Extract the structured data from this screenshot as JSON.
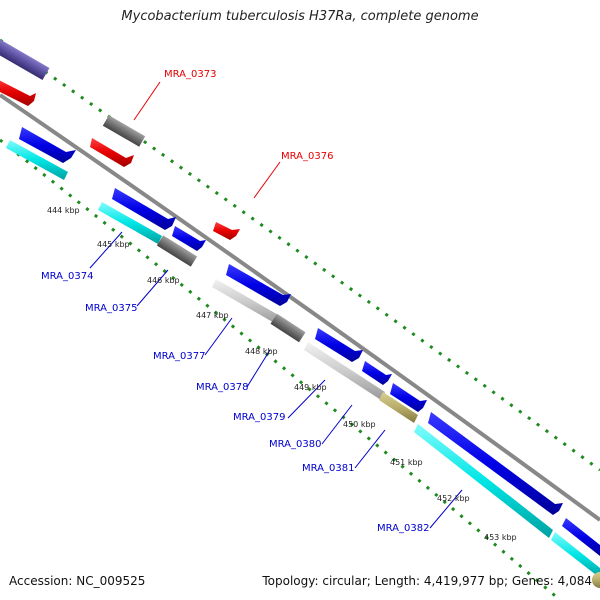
{
  "title": "Mycobacterium tuberculosis H37Ra, complete genome",
  "footer": {
    "accession": "Accession: NC_009525",
    "stats": "Topology: circular; Length: 4,419,977 bp; Genes: 4,084"
  },
  "colors": {
    "background": "#ffffff",
    "backbone": "#888888",
    "tick_green": "#1f8a1f",
    "plus_strand_blue": "#0000e6",
    "cyan": "#00e5e5",
    "red": "#e60000",
    "gray": "#707070",
    "light_gray": "#cccccc",
    "khaki": "#b8ad6a",
    "purple": "#5a4fa0",
    "label_blue": "#0000cc",
    "label_red": "#e60000"
  },
  "ticks": [
    {
      "label": "444 kbp"
    },
    {
      "label": "445 kbp"
    },
    {
      "label": "446 kbp"
    },
    {
      "label": "447 kbp"
    },
    {
      "label": "448 kbp"
    },
    {
      "label": "449 kbp"
    },
    {
      "label": "450 kbp"
    },
    {
      "label": "451 kbp"
    },
    {
      "label": "452 kbp"
    },
    {
      "label": "453 kbp"
    }
  ],
  "gene_labels": [
    {
      "text": "MRA_0373",
      "strand": "minus"
    },
    {
      "text": "MRA_0376",
      "strand": "minus"
    },
    {
      "text": "MRA_0374",
      "strand": "plus"
    },
    {
      "text": "MRA_0375",
      "strand": "plus"
    },
    {
      "text": "MRA_0377",
      "strand": "plus"
    },
    {
      "text": "MRA_0378",
      "strand": "plus"
    },
    {
      "text": "MRA_0379",
      "strand": "plus"
    },
    {
      "text": "MRA_0380",
      "strand": "plus"
    },
    {
      "text": "MRA_0381",
      "strand": "plus"
    },
    {
      "text": "MRA_0382",
      "strand": "plus"
    }
  ]
}
